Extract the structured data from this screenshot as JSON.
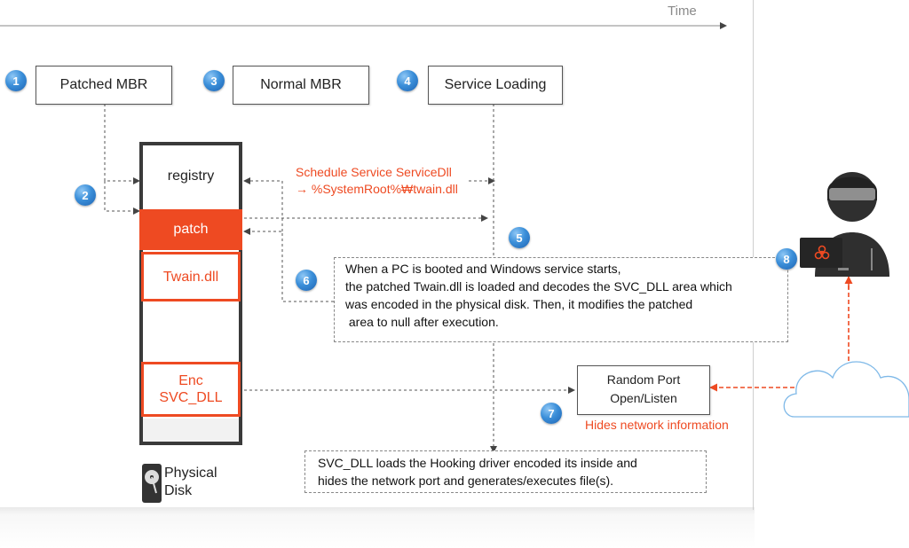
{
  "timeline": {
    "label": "Time"
  },
  "steps": [
    {
      "num": "1",
      "label": "Patched MBR"
    },
    {
      "num": "3",
      "label": "Normal MBR"
    },
    {
      "num": "4",
      "label": "Service Loading"
    }
  ],
  "badges": {
    "b2": "2",
    "b5": "5",
    "b6": "6",
    "b7": "7",
    "b8": "8"
  },
  "disk": {
    "registry": "registry",
    "patch": "patch",
    "twain": "Twain.dll",
    "enc_line1": "Enc",
    "enc_line2": "SVC_DLL",
    "caption_line1": "Physical",
    "caption_line2": "Disk"
  },
  "schedule_note": {
    "line1": "Schedule Service ServiceDll",
    "line2": "→ %SystemRoot%₩twain.dll"
  },
  "boot_note": {
    "line1": "When a PC is booted and Windows service starts,",
    "line2": "the patched Twain.dll is loaded and decodes the SVC_DLL area which",
    "line3": "was encoded in the physical disk. Then, it modifies the patched",
    "line4": " area to null after execution."
  },
  "random_port": {
    "line1": "Random Port",
    "line2": "Open/Listen",
    "note": "Hides network information"
  },
  "hook_note": {
    "line1": "SVC_DLL loads the Hooking driver encoded its inside and",
    "line2": "hides the network port and generates/executes file(s)."
  },
  "colors": {
    "accent": "#ee4a22",
    "badge": "#3b8fd9",
    "disk_border": "#3a3a3a"
  },
  "icons": [
    "hard-disk-icon",
    "hacker-icon",
    "biohazard-icon",
    "cloud-icon"
  ]
}
